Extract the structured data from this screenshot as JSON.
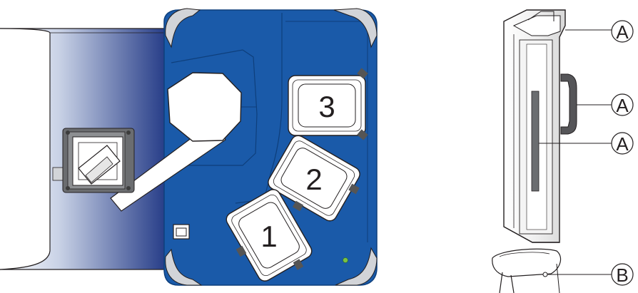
{
  "figure": {
    "plates": [
      {
        "number": "1"
      },
      {
        "number": "2"
      },
      {
        "number": "3"
      }
    ],
    "callouts": [
      {
        "letter": "A"
      },
      {
        "letter": "A"
      },
      {
        "letter": "A"
      },
      {
        "letter": "B"
      }
    ]
  },
  "colors": {
    "deck_blue": "#1a5aa9",
    "deck_outline": "#0e3f7c",
    "drum_dark": "#243a86",
    "drum_light": "#ffffff",
    "arm_white": "#ffffff",
    "bumper_grey": "#d2d4d8",
    "gripper_grey": "#6b6d70",
    "led_green": "#7ac143",
    "line": "#231f20"
  }
}
